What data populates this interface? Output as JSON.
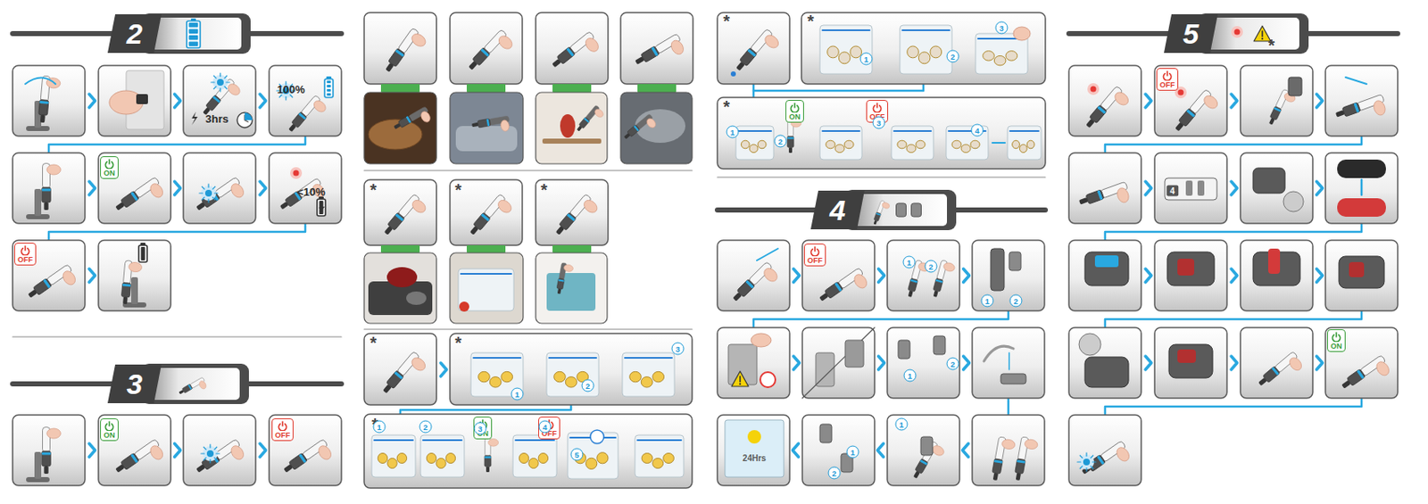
{
  "diagram": {
    "nodes": [
      {
        "text": [
          "2"
        ]
      },
      {
        "text": [
          "ON"
        ]
      },
      {
        "text": [
          "OFF"
        ]
      },
      {
        "text": [
          "3"
        ]
      },
      {
        "text": [
          "ON"
        ]
      },
      {
        "text": [
          "OFF"
        ]
      },
      {
        "text": [
          "ON"
        ]
      },
      {
        "text": [
          "OFF"
        ]
      },
      {
        "text": [
          "ON"
        ]
      },
      {
        "text": [
          "OFF"
        ]
      },
      {
        "text": [
          "4"
        ]
      },
      {
        "text": [
          "OFF"
        ]
      },
      {
        "text": [
          "5"
        ]
      },
      {
        "text": [
          "OFF"
        ]
      },
      {
        "text": [
          "ON"
        ]
      }
    ],
    "labels": [
      "3hrs",
      "100%",
      "<10%",
      "*",
      "*",
      "*",
      "*",
      "*",
      "*",
      "1",
      "2",
      "3",
      "1",
      "2",
      "3",
      "4",
      "5",
      "*",
      "*",
      "*",
      "1",
      "2",
      "3",
      "1",
      "2",
      "3",
      "4",
      "1",
      "2",
      "1",
      "2",
      "1",
      "2",
      "24Hrs",
      "1",
      "2",
      "1",
      "*",
      "4"
    ]
  }
}
